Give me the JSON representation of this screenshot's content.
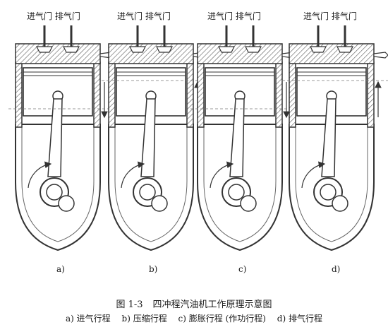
{
  "engines": [
    {
      "valves_label": "进气门 排气门",
      "letter": "a)",
      "phase": "intake"
    },
    {
      "valves_label": "进气门 排气门",
      "letter": "b)",
      "phase": "compression"
    },
    {
      "valves_label": "进气门 排气门",
      "letter": "c)",
      "phase": "power"
    },
    {
      "valves_label": "进气门 排气门",
      "letter": "d)",
      "phase": "exhaust"
    }
  ],
  "caption": {
    "figure_number": "图 1-3",
    "title": "四冲程汽油机工作原理示意图"
  },
  "stroke_labels": [
    "a) 进气行程",
    "b) 压缩行程",
    "c) 膨胀行程 (作功行程)",
    "d) 排气行程"
  ]
}
